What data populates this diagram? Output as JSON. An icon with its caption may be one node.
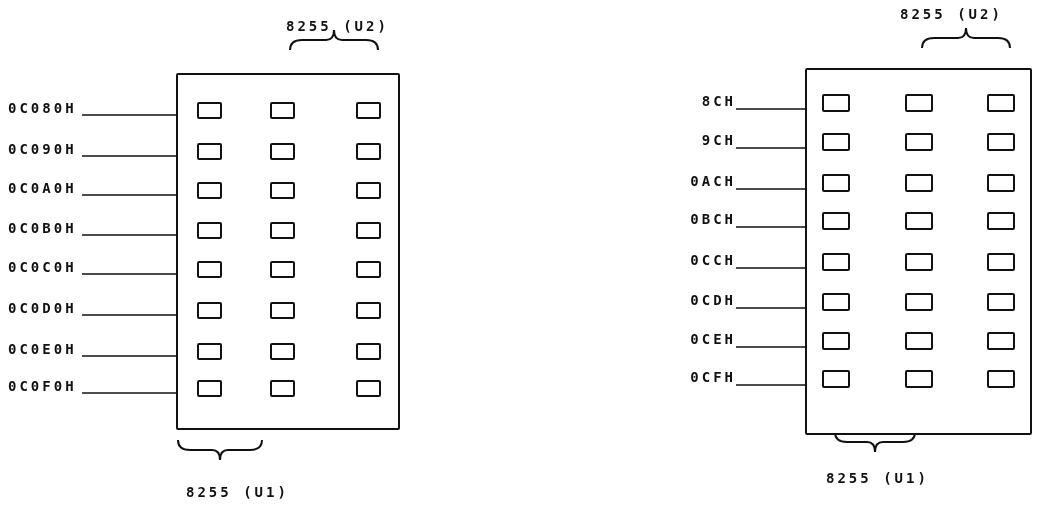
{
  "diagram": {
    "nodes": [
      {
        "text": [],
        "shape": "box"
      },
      {
        "text": [
          "0C080H"
        ]
      },
      {
        "text": [
          "0C090H"
        ]
      },
      {
        "text": [
          "0C0A0H"
        ]
      },
      {
        "text": [
          "0C0B0H"
        ]
      },
      {
        "text": [
          "0C0C0H"
        ]
      },
      {
        "text": [
          "0C0D0H"
        ]
      },
      {
        "text": [
          "0C0E0H"
        ]
      },
      {
        "text": [
          "0C0F0H"
        ]
      },
      {
        "text": [],
        "shape": "box",
        "in": 0
      },
      {
        "text": [],
        "shape": "box",
        "in": 0
      },
      {
        "text": [],
        "shape": "box",
        "in": 0
      },
      {
        "text": [],
        "shape": "box",
        "in": 0
      },
      {
        "text": [],
        "shape": "box",
        "in": 0
      },
      {
        "text": [],
        "shape": "box",
        "in": 0
      },
      {
        "text": [],
        "shape": "box",
        "in": 0
      },
      {
        "text": [],
        "shape": "box",
        "in": 0
      },
      {
        "text": [],
        "shape": "box",
        "in": 0
      },
      {
        "text": [],
        "shape": "box",
        "in": 0
      },
      {
        "text": [],
        "shape": "box",
        "in": 0
      },
      {
        "text": [],
        "shape": "box",
        "in": 0
      },
      {
        "text": [],
        "shape": "box",
        "in": 0
      },
      {
        "text": [],
        "shape": "box",
        "in": 0
      },
      {
        "text": [],
        "shape": "box",
        "in": 0
      },
      {
        "text": [],
        "shape": "box",
        "in": 0
      },
      {
        "text": [],
        "shape": "box",
        "in": 0
      },
      {
        "text": [],
        "shape": "box",
        "in": 0
      },
      {
        "text": [],
        "shape": "box",
        "in": 0
      },
      {
        "text": [],
        "shape": "box",
        "in": 0
      },
      {
        "text": [],
        "shape": "box",
        "in": 0
      },
      {
        "text": [],
        "shape": "box",
        "in": 0
      },
      {
        "text": [],
        "shape": "box",
        "in": 0
      },
      {
        "text": [],
        "shape": "box",
        "in": 0
      },
      {
        "text": [],
        "shape": "box"
      },
      {
        "text": [
          "8CH"
        ]
      },
      {
        "text": [
          "9CH"
        ]
      },
      {
        "text": [
          "0ACH"
        ]
      },
      {
        "text": [
          "0BCH"
        ]
      },
      {
        "text": [
          "0CCH"
        ]
      },
      {
        "text": [
          "0CDH"
        ]
      },
      {
        "text": [
          "0CEH"
        ]
      },
      {
        "text": [
          "0CFH"
        ]
      },
      {
        "text": [],
        "shape": "box",
        "in": 33
      },
      {
        "text": [],
        "shape": "box",
        "in": 33
      },
      {
        "text": [],
        "shape": "box",
        "in": 33
      },
      {
        "text": [],
        "shape": "box",
        "in": 33
      },
      {
        "text": [],
        "shape": "box",
        "in": 33
      },
      {
        "text": [],
        "shape": "box",
        "in": 33
      },
      {
        "text": [],
        "shape": "box",
        "in": 33
      },
      {
        "text": [],
        "shape": "box",
        "in": 33
      },
      {
        "text": [],
        "shape": "box",
        "in": 33
      },
      {
        "text": [],
        "shape": "box",
        "in": 33
      },
      {
        "text": [],
        "shape": "box",
        "in": 33
      },
      {
        "text": [],
        "shape": "box",
        "in": 33
      },
      {
        "text": [],
        "shape": "box",
        "in": 33
      },
      {
        "text": [],
        "shape": "box",
        "in": 33
      },
      {
        "text": [],
        "shape": "box",
        "in": 33
      },
      {
        "text": [],
        "shape": "box",
        "in": 33
      },
      {
        "text": [],
        "shape": "box",
        "in": 33
      },
      {
        "text": [],
        "shape": "box",
        "in": 33
      },
      {
        "text": [],
        "shape": "box",
        "in": 33
      },
      {
        "text": [],
        "shape": "box",
        "in": 33
      },
      {
        "text": [],
        "shape": "box",
        "in": 33
      },
      {
        "text": [],
        "shape": "box",
        "in": 33
      },
      {
        "text": [],
        "shape": "box",
        "in": 33
      },
      {
        "text": [],
        "shape": "box",
        "in": 33
      }
    ],
    "edges": [
      {
        "from": 1,
        "to": 0,
        "arrow": "none"
      },
      {
        "from": 2,
        "to": 0,
        "arrow": "none"
      },
      {
        "from": 3,
        "to": 0,
        "arrow": "none"
      },
      {
        "from": 4,
        "to": 0,
        "arrow": "none"
      },
      {
        "from": 5,
        "to": 0,
        "arrow": "none"
      },
      {
        "from": 6,
        "to": 0,
        "arrow": "none"
      },
      {
        "from": 7,
        "to": 0,
        "arrow": "none"
      },
      {
        "from": 8,
        "to": 0,
        "arrow": "none"
      },
      {
        "from": 34,
        "to": 33,
        "arrow": "none"
      },
      {
        "from": 35,
        "to": 33,
        "arrow": "none"
      },
      {
        "from": 36,
        "to": 33,
        "arrow": "none"
      },
      {
        "from": 37,
        "to": 33,
        "arrow": "none"
      },
      {
        "from": 38,
        "to": 33,
        "arrow": "none"
      },
      {
        "from": 39,
        "to": 33,
        "arrow": "none"
      },
      {
        "from": 40,
        "to": 33,
        "arrow": "none"
      },
      {
        "from": 41,
        "to": 33,
        "arrow": "none"
      }
    ],
    "labels": [
      "8255 (U2)",
      "8255 (U1)",
      "8255 (U2)",
      "8255 (U1)"
    ]
  }
}
